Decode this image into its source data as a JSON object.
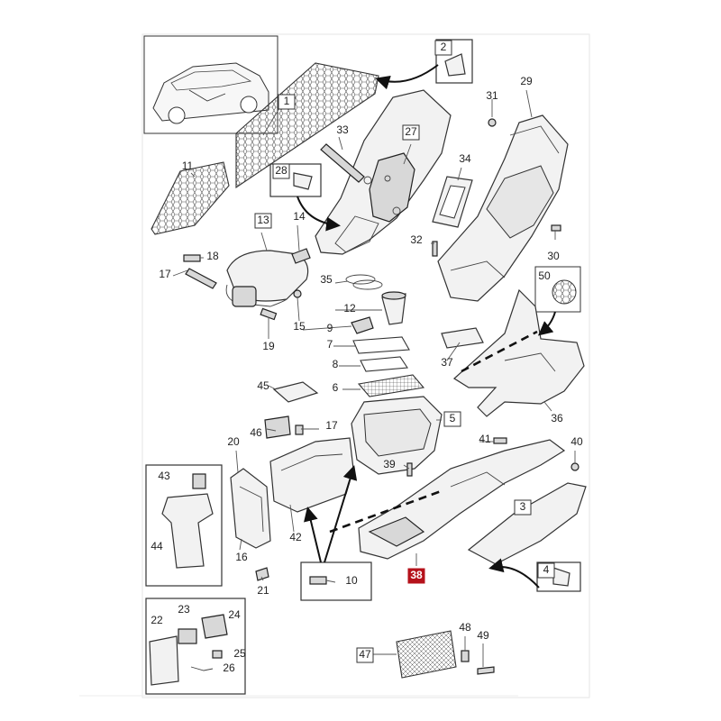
{
  "diagram": {
    "highlight_color": "#b5121b",
    "callouts": [
      "1",
      "2",
      "3",
      "4",
      "5",
      "6",
      "7",
      "8",
      "9",
      "10",
      "11",
      "12",
      "13",
      "14",
      "15",
      "16",
      "17",
      "17",
      "18",
      "19",
      "20",
      "21",
      "22",
      "23",
      "24",
      "25",
      "26",
      "27",
      "28",
      "29",
      "30",
      "31",
      "32",
      "33",
      "34",
      "35",
      "36",
      "37",
      "38",
      "39",
      "40",
      "41",
      "42",
      "43",
      "44",
      "45",
      "46",
      "47",
      "48",
      "49",
      "50"
    ],
    "highlighted": "38"
  }
}
